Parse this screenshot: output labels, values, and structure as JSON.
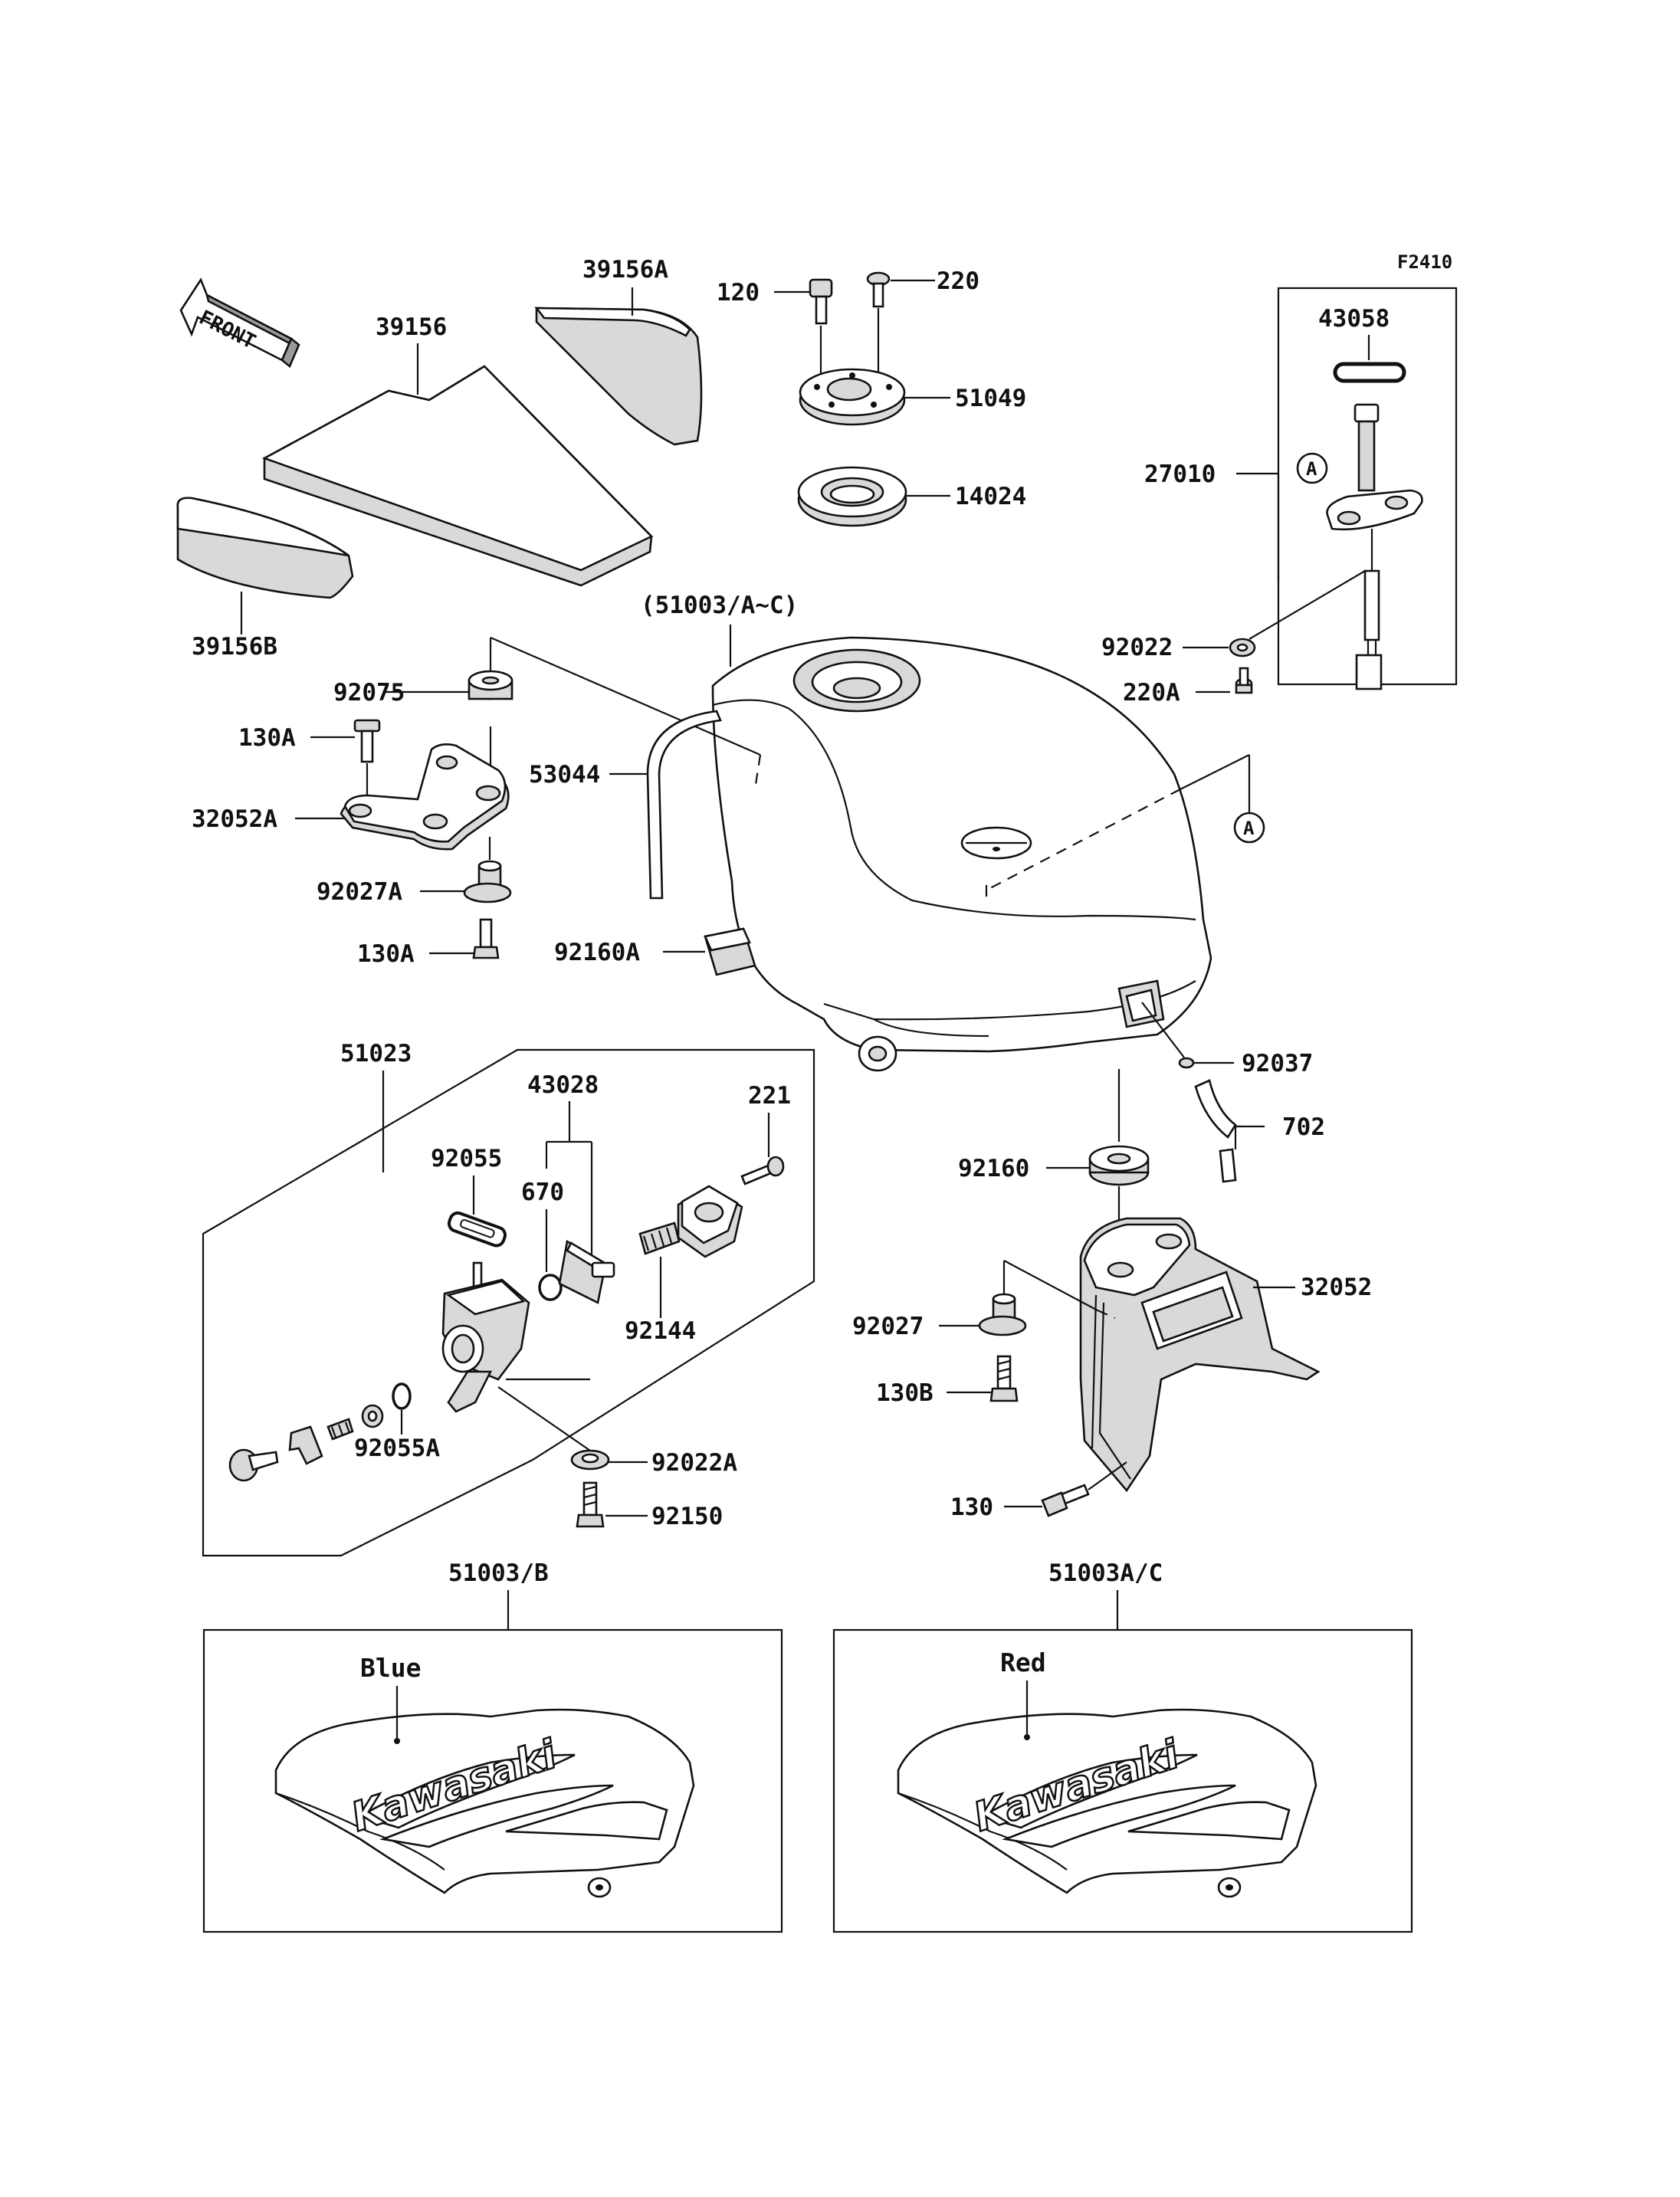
{
  "figure_code": "F2410",
  "front_label": "FRONT",
  "callout_letter": "A",
  "labels": {
    "p39156A": "39156A",
    "p39156": "39156",
    "p39156B": "39156B",
    "p120": "120",
    "p220": "220",
    "p51049": "51049",
    "p14024": "14024",
    "p43058": "43058",
    "p27010": "27010",
    "p92022": "92022",
    "p220A": "220A",
    "p51003AC_paren": "(51003/A~C)",
    "p92075": "92075",
    "p130A_top": "130A",
    "p53044": "53044",
    "p32052A": "32052A",
    "p92027A": "92027A",
    "p130A_bot": "130A",
    "p92160A": "92160A",
    "p51023": "51023",
    "p43028": "43028",
    "p221": "221",
    "p92055": "92055",
    "p670": "670",
    "p92144": "92144",
    "p92055A": "92055A",
    "p92022A": "92022A",
    "p92150": "92150",
    "p92037": "92037",
    "p702": "702",
    "p92160": "92160",
    "p32052": "32052",
    "p92027": "92027",
    "p130B": "130B",
    "p130": "130",
    "p51003B": "51003/B",
    "p51003AC": "51003A/C"
  },
  "decals": {
    "left_color": "Blue",
    "right_color": "Red",
    "brand": "Kawasaki"
  }
}
